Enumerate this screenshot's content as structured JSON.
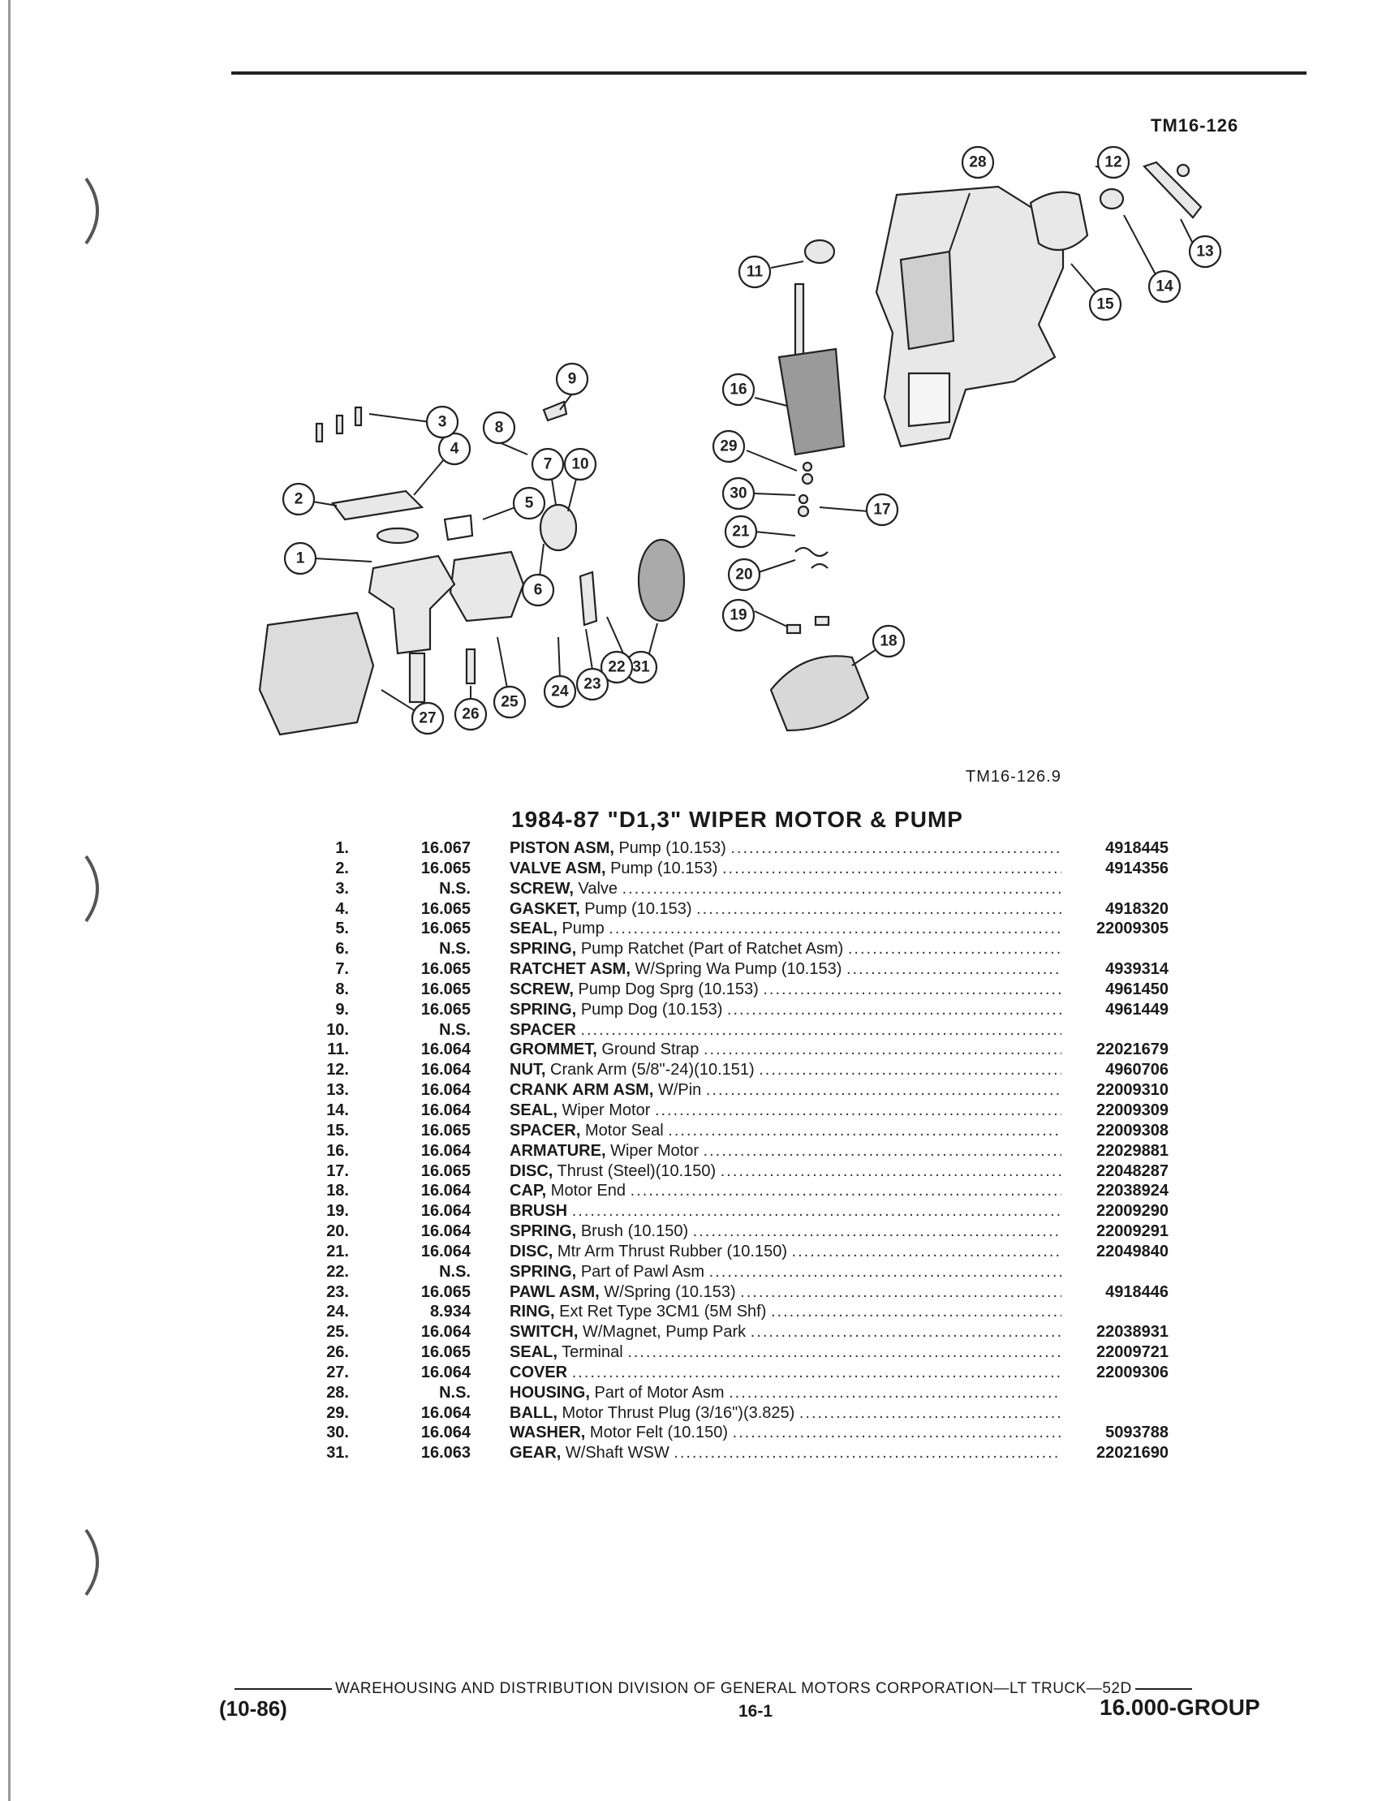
{
  "figure_id": "TM16-126",
  "figure_caption": "TM16-126.9",
  "title": "1984-87 \"D1,3\" WIPER MOTOR & PUMP",
  "callouts": [
    "1",
    "2",
    "3",
    "4",
    "5",
    "6",
    "7",
    "8",
    "9",
    "10",
    "11",
    "12",
    "13",
    "14",
    "15",
    "16",
    "17",
    "18",
    "19",
    "20",
    "21",
    "22",
    "23",
    "24",
    "25",
    "26",
    "27",
    "28",
    "29",
    "30",
    "31"
  ],
  "parts": [
    {
      "num": "1.",
      "group": "16.067",
      "name": "PISTON ASM,",
      "detail": "Pump (10.153)",
      "part": "4918445"
    },
    {
      "num": "2.",
      "group": "16.065",
      "name": "VALVE ASM,",
      "detail": "Pump (10.153)",
      "part": "4914356"
    },
    {
      "num": "3.",
      "group": "N.S.",
      "name": "SCREW,",
      "detail": "Valve",
      "part": ""
    },
    {
      "num": "4.",
      "group": "16.065",
      "name": "GASKET,",
      "detail": "Pump (10.153)",
      "part": "4918320"
    },
    {
      "num": "5.",
      "group": "16.065",
      "name": "SEAL,",
      "detail": "Pump",
      "part": "22009305"
    },
    {
      "num": "6.",
      "group": "N.S.",
      "name": "SPRING,",
      "detail": "Pump Ratchet (Part of Ratchet Asm)",
      "part": ""
    },
    {
      "num": "7.",
      "group": "16.065",
      "name": "RATCHET ASM,",
      "detail": "W/Spring Wa Pump (10.153)",
      "part": "4939314"
    },
    {
      "num": "8.",
      "group": "16.065",
      "name": "SCREW,",
      "detail": "Pump Dog Sprg (10.153)",
      "part": "4961450"
    },
    {
      "num": "9.",
      "group": "16.065",
      "name": "SPRING,",
      "detail": "Pump Dog (10.153)",
      "part": "4961449"
    },
    {
      "num": "10.",
      "group": "N.S.",
      "name": "SPACER",
      "detail": "",
      "part": ""
    },
    {
      "num": "11.",
      "group": "16.064",
      "name": "GROMMET,",
      "detail": "Ground Strap",
      "part": "22021679"
    },
    {
      "num": "12.",
      "group": "16.064",
      "name": "NUT,",
      "detail": "Crank Arm (5/8\"-24)(10.151)",
      "part": "4960706"
    },
    {
      "num": "13.",
      "group": "16.064",
      "name": "CRANK ARM ASM,",
      "detail": "W/Pin",
      "part": "22009310"
    },
    {
      "num": "14.",
      "group": "16.064",
      "name": "SEAL,",
      "detail": "Wiper Motor",
      "part": "22009309"
    },
    {
      "num": "15.",
      "group": "16.065",
      "name": "SPACER,",
      "detail": "Motor Seal",
      "part": "22009308"
    },
    {
      "num": "16.",
      "group": "16.064",
      "name": "ARMATURE,",
      "detail": "Wiper Motor",
      "part": "22029881"
    },
    {
      "num": "17.",
      "group": "16.065",
      "name": "DISC,",
      "detail": "Thrust (Steel)(10.150)",
      "part": "22048287"
    },
    {
      "num": "18.",
      "group": "16.064",
      "name": "CAP,",
      "detail": "Motor End",
      "part": "22038924"
    },
    {
      "num": "19.",
      "group": "16.064",
      "name": "BRUSH",
      "detail": "",
      "part": "22009290"
    },
    {
      "num": "20.",
      "group": "16.064",
      "name": "SPRING,",
      "detail": "Brush (10.150)",
      "part": "22009291"
    },
    {
      "num": "21.",
      "group": "16.064",
      "name": "DISC,",
      "detail": "Mtr Arm Thrust Rubber (10.150)",
      "part": "22049840"
    },
    {
      "num": "22.",
      "group": "N.S.",
      "name": "SPRING,",
      "detail": "Part of Pawl Asm",
      "part": ""
    },
    {
      "num": "23.",
      "group": "16.065",
      "name": "PAWL ASM,",
      "detail": "W/Spring (10.153)",
      "part": "4918446"
    },
    {
      "num": "24.",
      "group": "8.934",
      "name": "RING,",
      "detail": "Ext Ret Type 3CM1 (5M Shf)",
      "part": ""
    },
    {
      "num": "25.",
      "group": "16.064",
      "name": "SWITCH,",
      "detail": "W/Magnet, Pump Park",
      "part": "22038931"
    },
    {
      "num": "26.",
      "group": "16.065",
      "name": "SEAL,",
      "detail": "Terminal",
      "part": "22009721"
    },
    {
      "num": "27.",
      "group": "16.064",
      "name": "COVER",
      "detail": "",
      "part": "22009306"
    },
    {
      "num": "28.",
      "group": "N.S.",
      "name": "HOUSING,",
      "detail": "Part of Motor Asm",
      "part": ""
    },
    {
      "num": "29.",
      "group": "16.064",
      "name": "BALL,",
      "detail": "Motor Thrust Plug (3/16\")(3.825)",
      "part": ""
    },
    {
      "num": "30.",
      "group": "16.064",
      "name": "WASHER,",
      "detail": "Motor Felt (10.150)",
      "part": "5093788"
    },
    {
      "num": "31.",
      "group": "16.063",
      "name": "GEAR,",
      "detail": "W/Shaft WSW",
      "part": "22021690"
    }
  ],
  "footer": {
    "division": "WAREHOUSING AND DISTRIBUTION DIVISION OF GENERAL MOTORS CORPORATION—LT TRUCK—52D",
    "date_code": "(10-86)",
    "page": "16-1",
    "group": "16.000-GROUP"
  }
}
